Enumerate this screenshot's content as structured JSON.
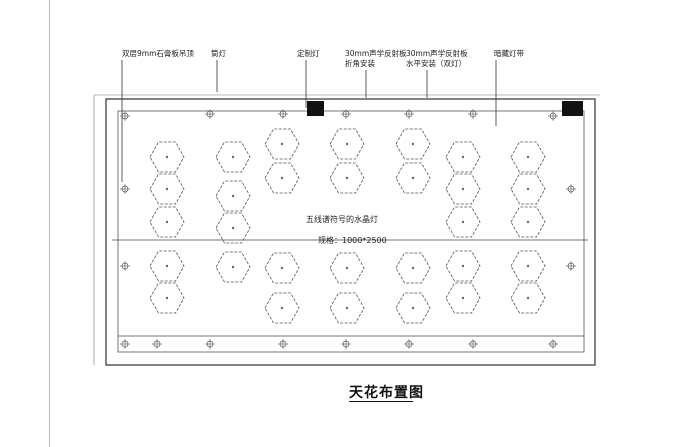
{
  "callouts": [
    {
      "id": "gypsum-ceiling",
      "text": "双层9mm石膏板吊顶"
    },
    {
      "id": "downlight",
      "text": "筒灯"
    },
    {
      "id": "custom-light",
      "text": "定制灯"
    },
    {
      "id": "acoustic-angled",
      "text": "30mm声学反射板",
      "text2": "折角安装"
    },
    {
      "id": "acoustic-flat",
      "text": "30mm声学反射板",
      "text2": "水平安装（双灯）"
    },
    {
      "id": "hidden-strip",
      "text": "暗藏灯带"
    }
  ],
  "center_labels": {
    "lamp_name": "五线谱符号的水晶灯",
    "spec": "规格：1000*2500"
  },
  "title": "天花布置图"
}
